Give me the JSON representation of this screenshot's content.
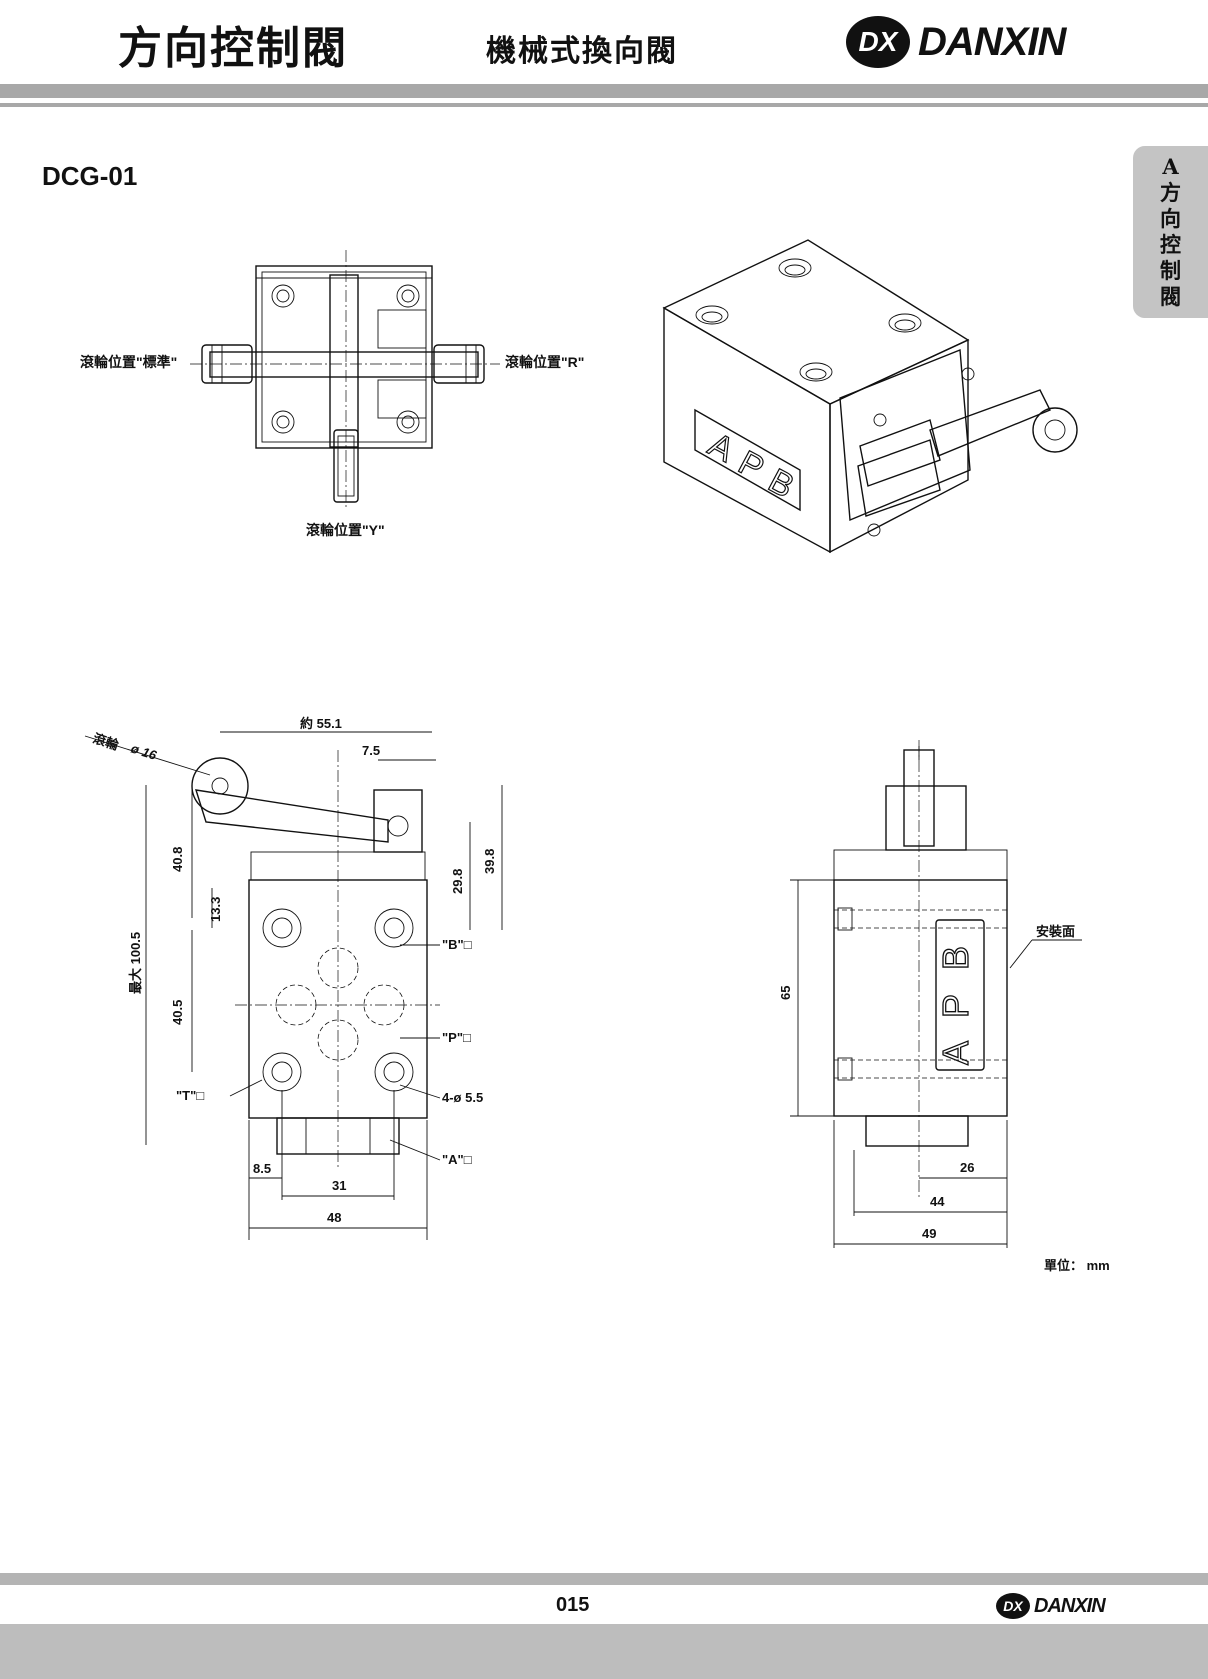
{
  "header": {
    "title": "方向控制閥",
    "subtitle": "機械式換向閥",
    "brand_mark": "DX",
    "brand_name": "DANXIN"
  },
  "model": "DCG-01",
  "side_tab": [
    "A",
    "方",
    "向",
    "控",
    "制",
    "閥"
  ],
  "top_view": {
    "label_standard": "滾輪位置\"標準\"",
    "label_r": "滾輪位置\"R\"",
    "label_y": "滾輪位置\"Y\""
  },
  "iso_view": {
    "plate_letters": [
      "A",
      "P",
      "B"
    ]
  },
  "front_view": {
    "roller_label": "滾輪",
    "roller_dia": "ø 16",
    "dim_width_approx": "約 55.1",
    "dim_7_5": "7.5",
    "dim_40_8": "40.8",
    "dim_29_8": "29.8",
    "dim_39_8": "39.8",
    "dim_13_3": "13.3",
    "dim_max": "最大 100.5",
    "dim_40_5": "40.5",
    "port_b": "\"B\"□",
    "port_p": "\"P\"□",
    "port_t": "\"T\"□",
    "port_a": "\"A\"□",
    "holes": "4-ø 5.5",
    "dim_8_5": "8.5",
    "dim_31": "31",
    "dim_48": "48"
  },
  "side_view": {
    "mount_face": "安裝面",
    "plate_letters": [
      "A",
      "P",
      "B"
    ],
    "dim_65": "65",
    "dim_26": "26",
    "dim_44": "44",
    "dim_49": "49"
  },
  "unit_label": "單位： mm",
  "footer": {
    "page_number": "015",
    "brand_mark": "DX",
    "brand_name": "DANXIN"
  }
}
